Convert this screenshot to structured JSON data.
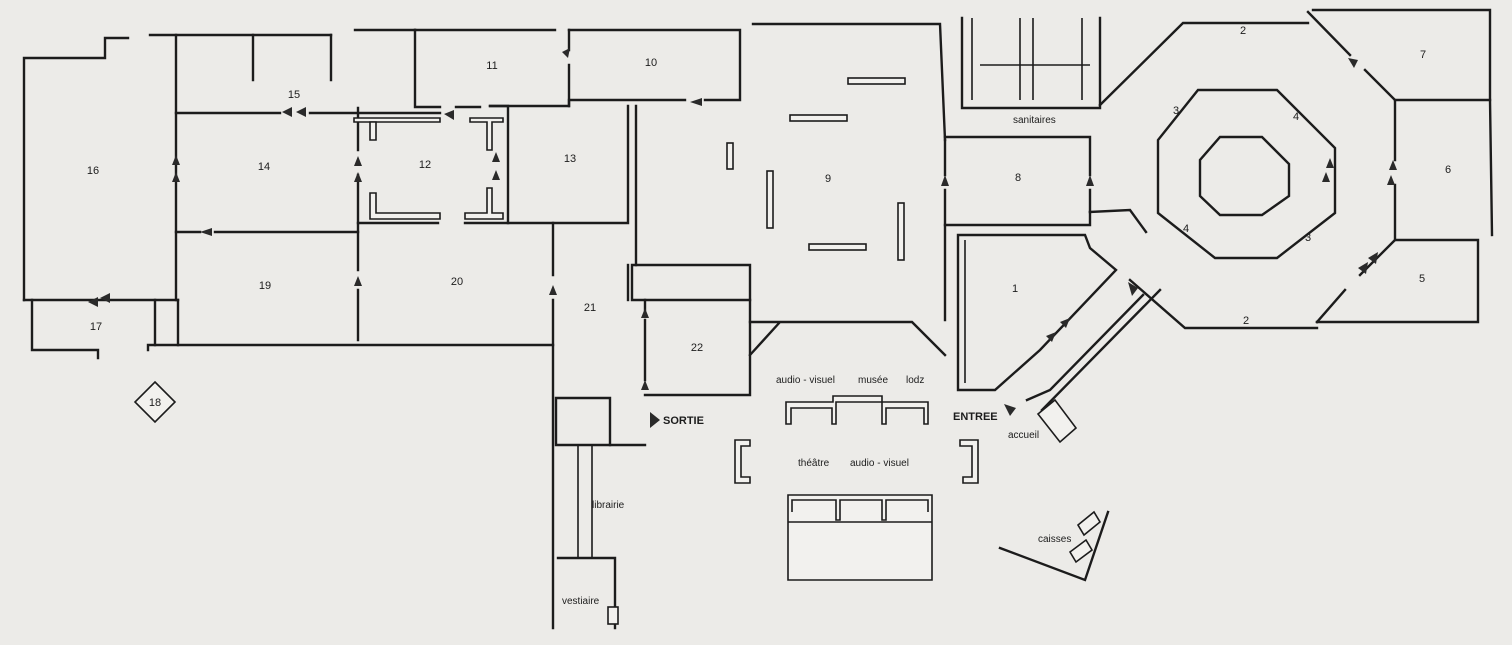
{
  "rooms": {
    "r1": "1",
    "r2a": "2",
    "r2b": "2",
    "r3a": "3",
    "r3b": "3",
    "r4a": "4",
    "r4b": "4",
    "r5": "5",
    "r6": "6",
    "r7": "7",
    "r8": "8",
    "r9": "9",
    "r10": "10",
    "r11": "11",
    "r12": "12",
    "r13": "13",
    "r14": "14",
    "r15": "15",
    "r16": "16",
    "r17": "17",
    "r18": "18",
    "r19": "19",
    "r20": "20",
    "r21": "21",
    "r22": "22"
  },
  "labels": {
    "sanitaires": "sanitaires",
    "audiovisuel": "audio - visuel",
    "musee": "musée",
    "lodz": "lodz",
    "theatre": "théâtre",
    "audiovisuel2": "audio - visuel",
    "sortie": "SORTIE",
    "entree": "ENTREE",
    "accueil": "accueil",
    "caisses": "caisses",
    "librairie": "librairie",
    "vestiaire": "vestiaire"
  },
  "colors": {
    "background": "#ecebe8",
    "walls": "#1c1c1c",
    "arrows": "#2a2a2a"
  }
}
